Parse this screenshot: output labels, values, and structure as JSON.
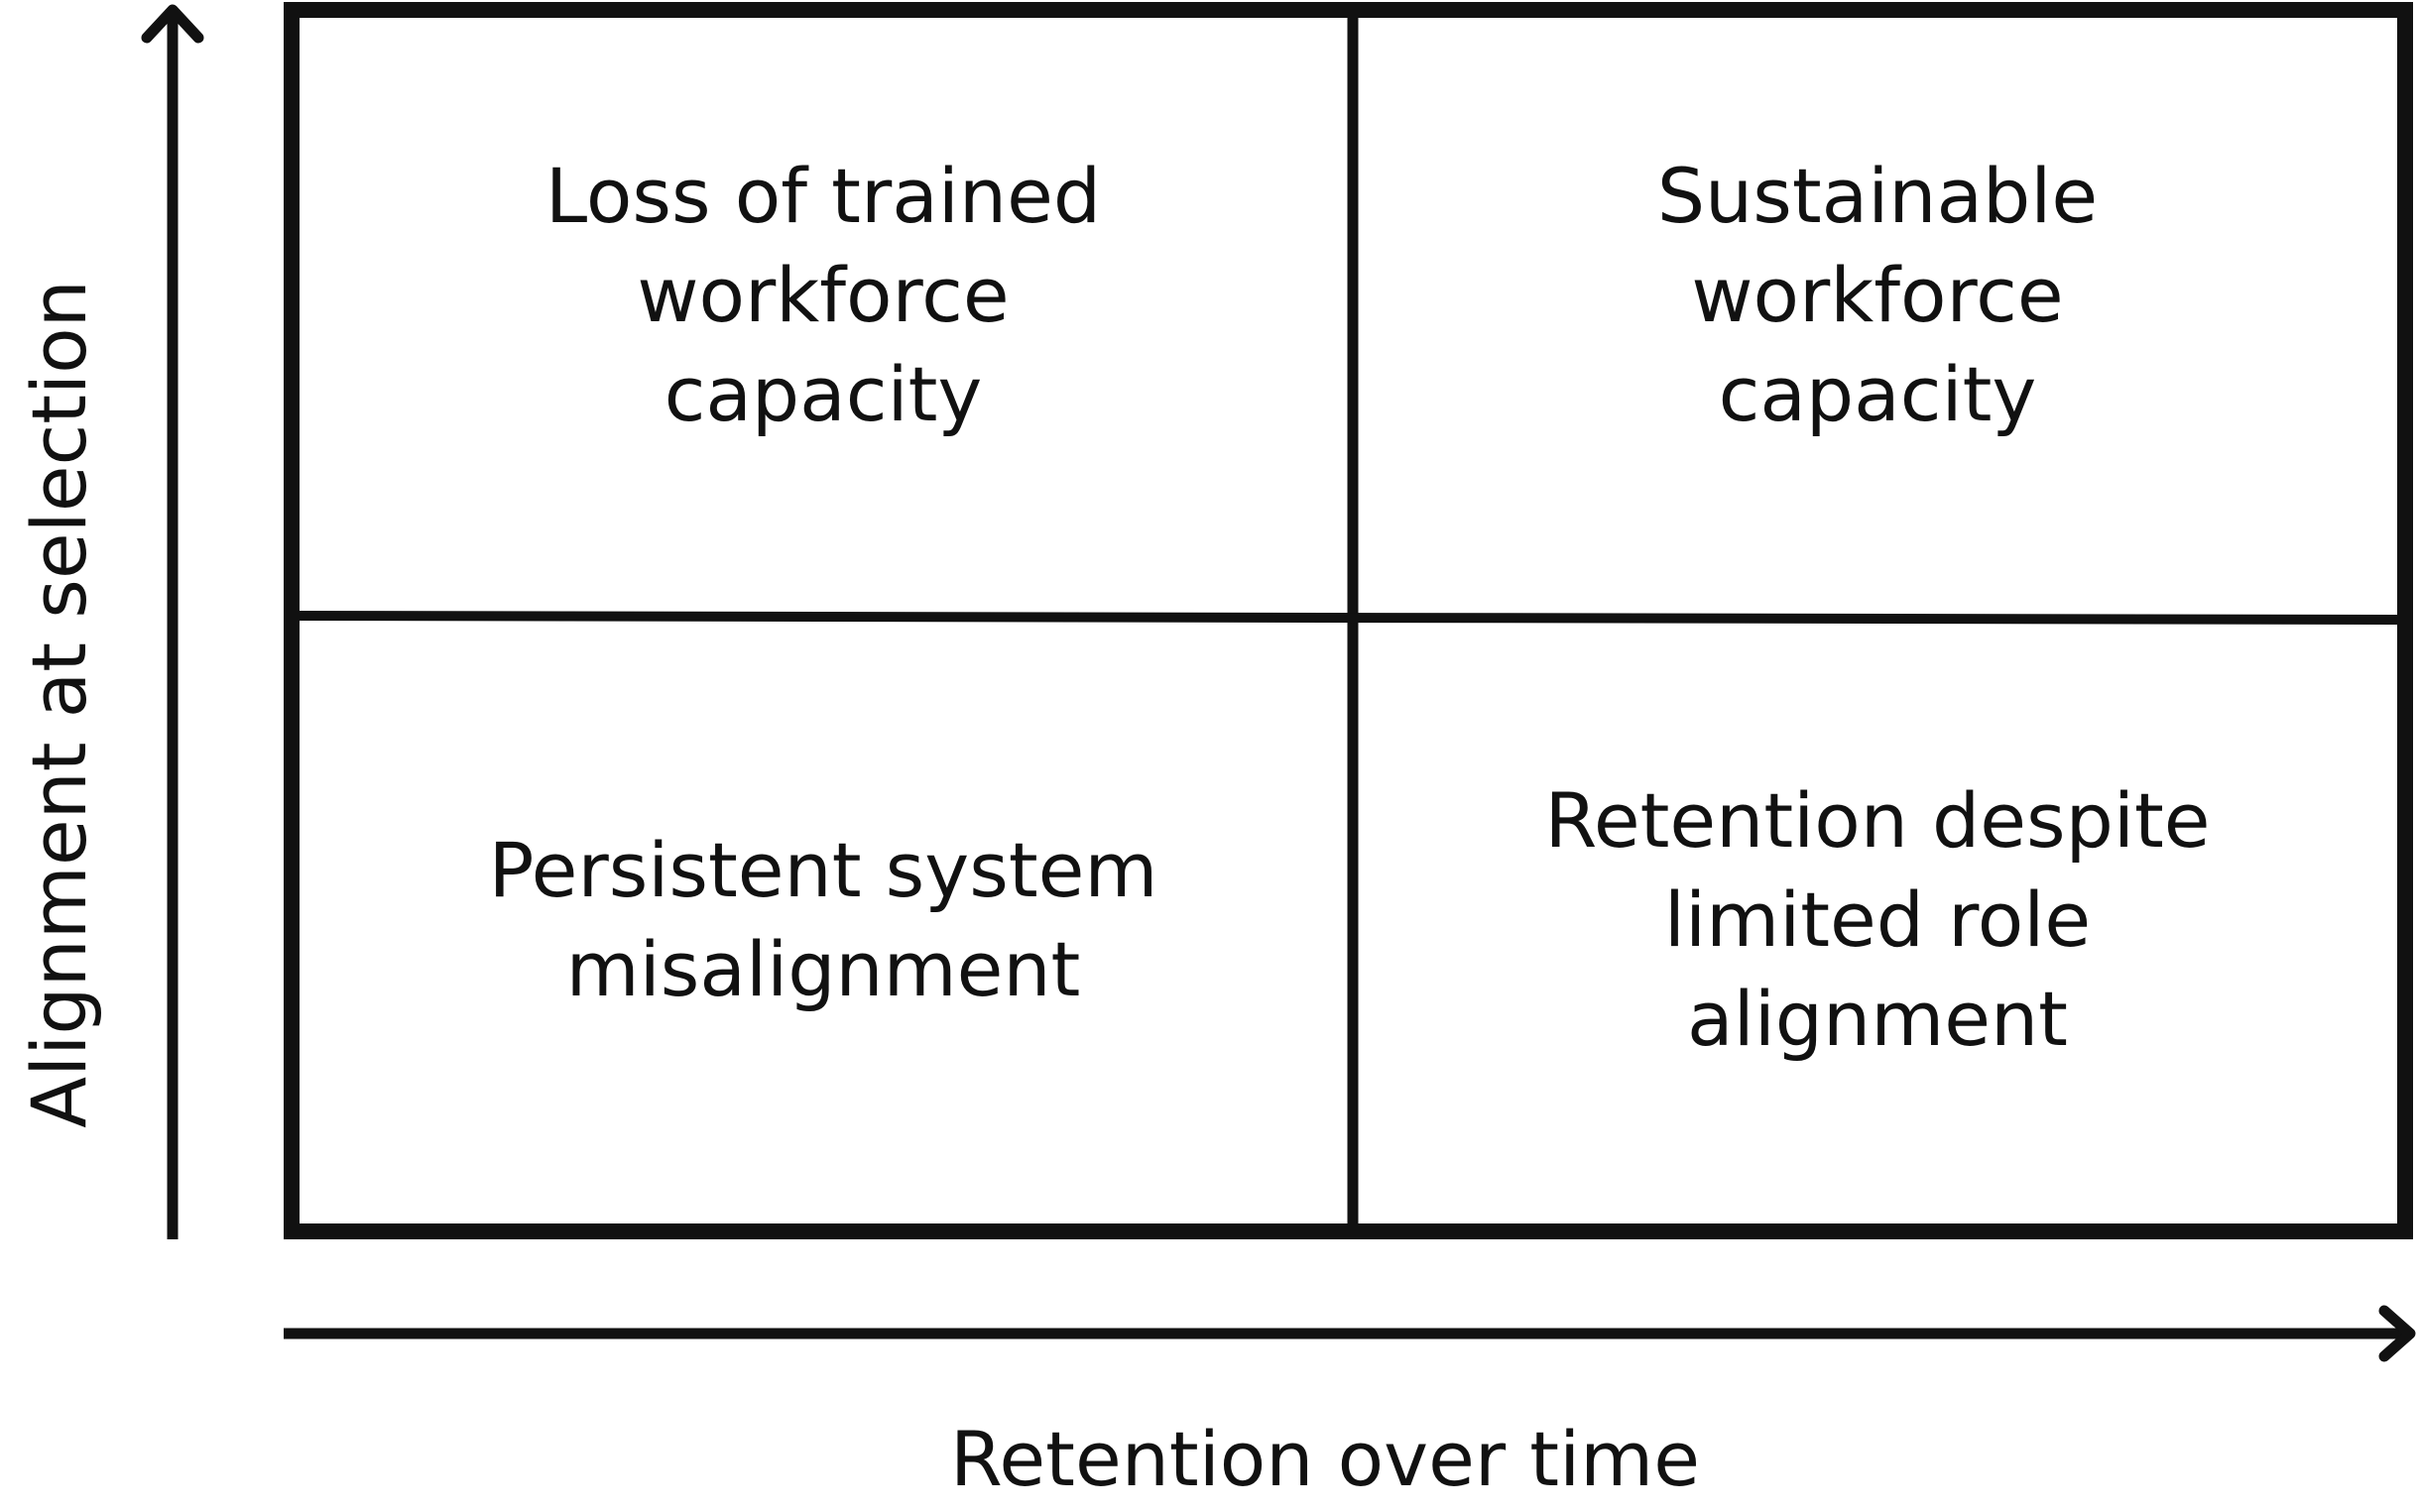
{
  "quadrants": {
    "top_left": [
      "Loss of trained",
      "workforce",
      "capacity"
    ],
    "top_right": [
      "Sustainable",
      "workforce",
      "capacity"
    ],
    "bottom_left": [
      "Persistent system",
      "misalignment"
    ],
    "bottom_right": [
      "Retention despite",
      "limited role",
      "alignment"
    ]
  },
  "axes": {
    "x_label": "Retention over time",
    "y_label": "Alignment at selection"
  },
  "colors": {
    "stroke": "#111111",
    "background": "#ffffff"
  }
}
